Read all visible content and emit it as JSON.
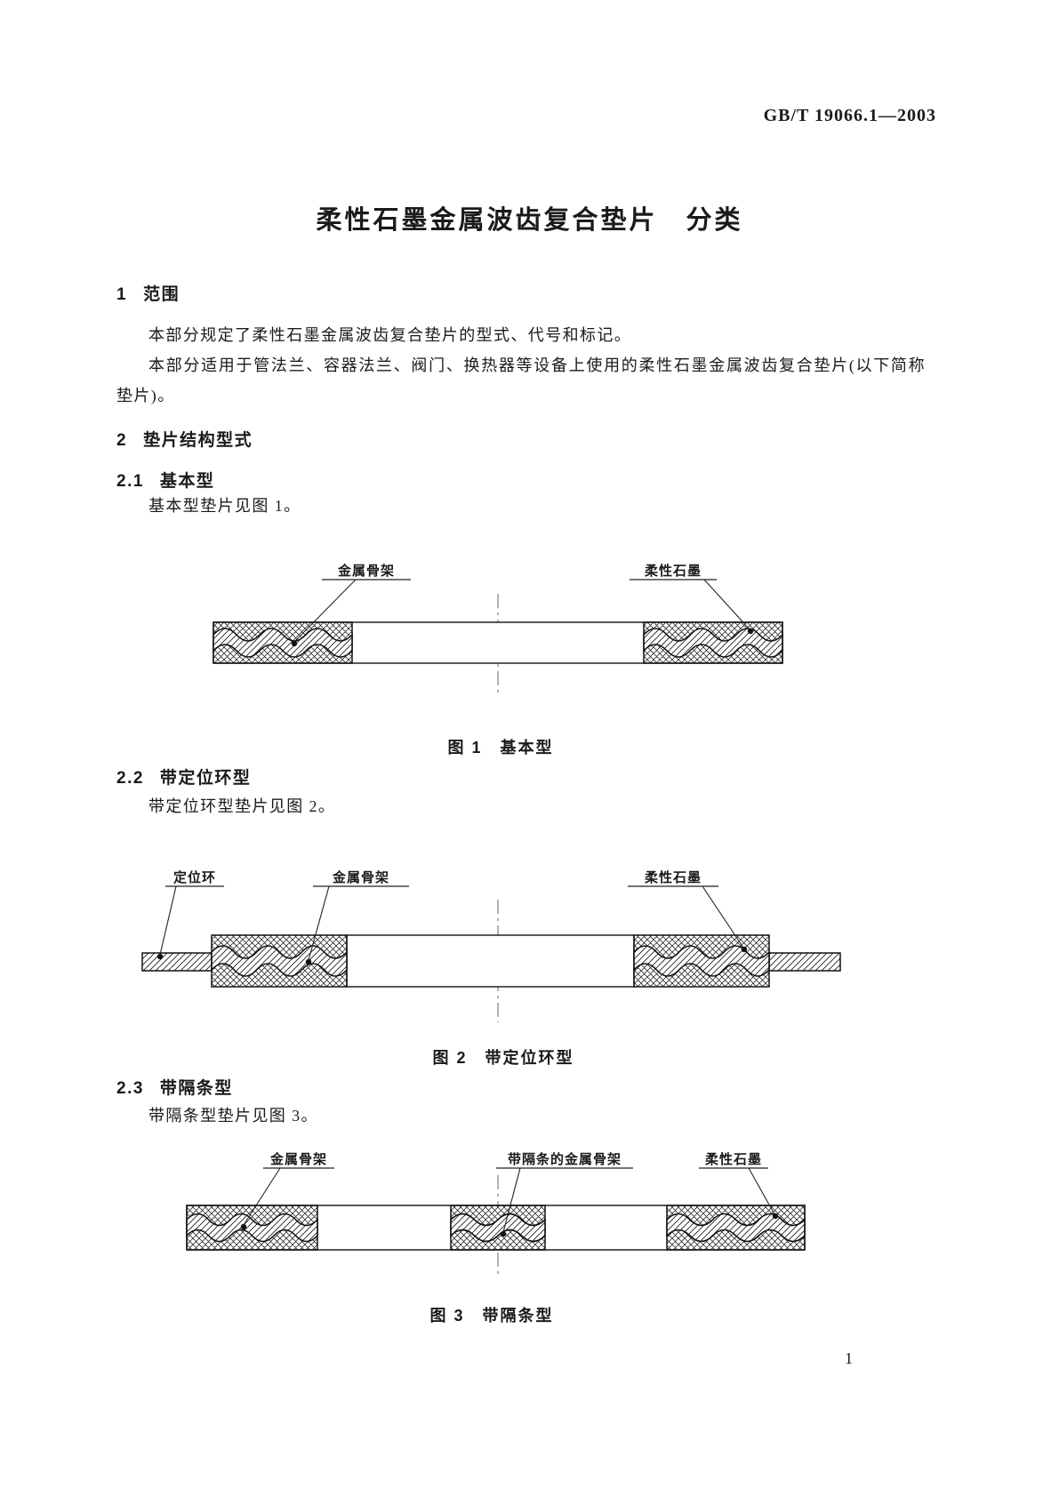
{
  "doc": {
    "standard_number": "GB/T 19066.1—2003",
    "title": "柔性石墨金属波齿复合垫片　分类",
    "page_number": "1"
  },
  "sections": {
    "scope": {
      "num": "1",
      "title": "范围",
      "p1": "本部分规定了柔性石墨金属波齿复合垫片的型式、代号和标记。",
      "p2": "本部分适用于管法兰、容器法兰、阀门、换热器等设备上使用的柔性石墨金属波齿复合垫片(以下简称垫片)。"
    },
    "structure": {
      "num": "2",
      "title": "垫片结构型式"
    },
    "basic": {
      "num": "2.1",
      "title": "基本型",
      "body": "基本型垫片见图 1。"
    },
    "ring": {
      "num": "2.2",
      "title": "带定位环型",
      "body": "带定位环型垫片见图 2。"
    },
    "strip": {
      "num": "2.3",
      "title": "带隔条型",
      "body": "带隔条型垫片见图 3。"
    }
  },
  "figures": {
    "fig1": {
      "caption": "图 1　基本型",
      "labels": {
        "metal": "金属骨架",
        "graphite": "柔性石墨"
      }
    },
    "fig2": {
      "caption": "图 2　带定位环型",
      "labels": {
        "ring": "定位环",
        "metal": "金属骨架",
        "graphite": "柔性石墨"
      }
    },
    "fig3": {
      "caption": "图 3　带隔条型",
      "labels": {
        "metal": "金属骨架",
        "strip_metal": "带隔条的金属骨架",
        "graphite": "柔性石墨"
      }
    }
  },
  "colors": {
    "ink": "#1a1a1a",
    "paper": "#ffffff",
    "centerline": "#808080"
  }
}
